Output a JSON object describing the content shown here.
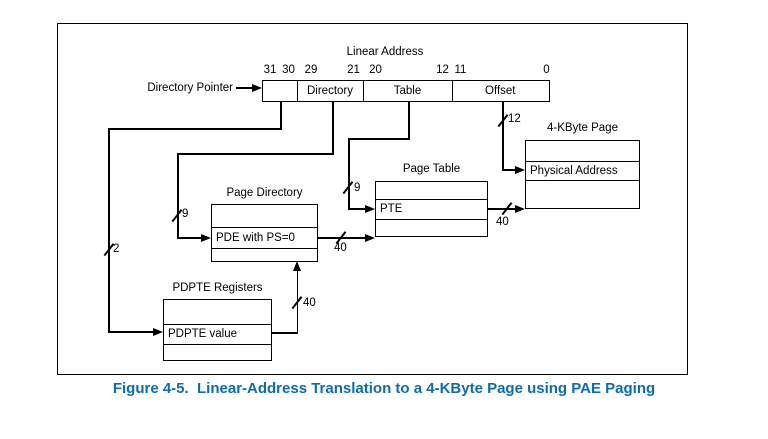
{
  "caption": "Figure 4-5.  Linear-Address Translation to a 4-KByte Page using PAE Paging",
  "caption_color": "#0b6cb5",
  "linear_address": {
    "title": "Linear Address",
    "pointer_label": "Directory Pointer",
    "bits": [
      "31",
      "30",
      "29",
      "21",
      "20",
      "12",
      "11",
      "0"
    ],
    "segments": {
      "directory_pointer": "",
      "directory": "Directory",
      "table": "Table",
      "offset": "Offset"
    }
  },
  "boxes": {
    "page_4k": {
      "title": "4-KByte Page",
      "entry": "Physical Address"
    },
    "page_table": {
      "title": "Page Table",
      "entry": "PTE"
    },
    "page_directory": {
      "title": "Page Directory",
      "entry": "PDE with PS=0"
    },
    "pdpte_registers": {
      "title": "PDPTE Registers",
      "entry": "PDPTE value"
    }
  },
  "bus_widths": {
    "directory_pointer_bits": "2",
    "directory_bits": "9",
    "table_bits": "9",
    "offset_bits": "12",
    "pde_address": "40",
    "pte_address": "40",
    "pdpte_address": "40"
  }
}
